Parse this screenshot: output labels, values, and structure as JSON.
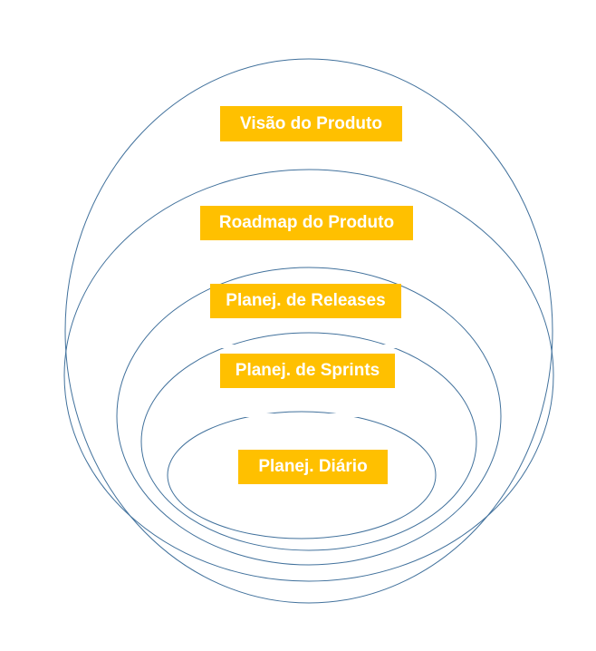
{
  "colors": {
    "ring_stroke": "#41719c",
    "label_fill": "#ffc000",
    "label_text": "#ffffff",
    "background": "#ffffff"
  },
  "levels": [
    {
      "label": "Visão do Produto"
    },
    {
      "label": "Roadmap do Produto"
    },
    {
      "label": "Planej. de Releases"
    },
    {
      "label": "Planej. de Sprints"
    },
    {
      "label": "Planej. Diário"
    }
  ]
}
